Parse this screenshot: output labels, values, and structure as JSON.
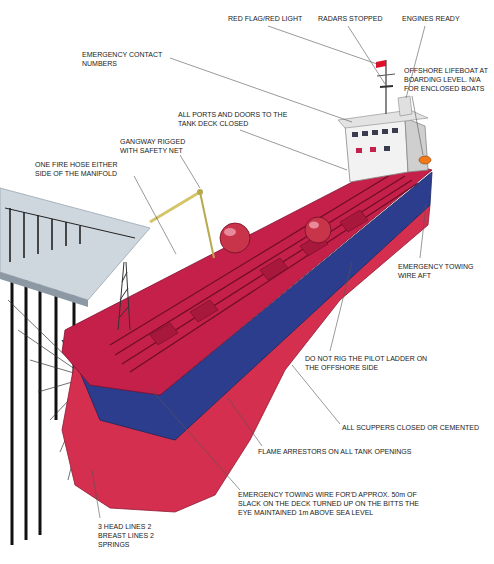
{
  "diagram": {
    "labels": [
      "RED FLAG/RED LIGHT",
      "RADARS STOPPED",
      "ENGINES READY",
      "EMERGENCY CONTACT NUMBERS",
      "OFFSHORE LIFEBOAT AT BOARDING LEVEL. N/A FOR ENCLOSED BOATS",
      "ALL PORTS AND DOORS TO THE TANK DECK CLOSED",
      "GANGWAY RIGGED WITH SAFETY NET",
      "ONE FIRE HOSE EITHER SIDE OF THE MANIFOLD",
      "EMERGENCY TOWING WIRE AFT",
      "DO NOT RIG THE PILOT LADDER ON THE OFFSHORE SIDE",
      "ALL SCUPPERS CLOSED OR CEMENTED",
      "FLAME ARRESTORS ON ALL TANK OPENINGS",
      "EMERGENCY TOWING WIRE FOR'D APPROX. 50m OF SLACK ON THE DECK TURNED UP ON THE BITTS THE EYE MAINTAINED 1m ABOVE SEA LEVEL",
      "3 HEAD LINES 2 BREAST LINES 2 SPRINGS"
    ]
  }
}
